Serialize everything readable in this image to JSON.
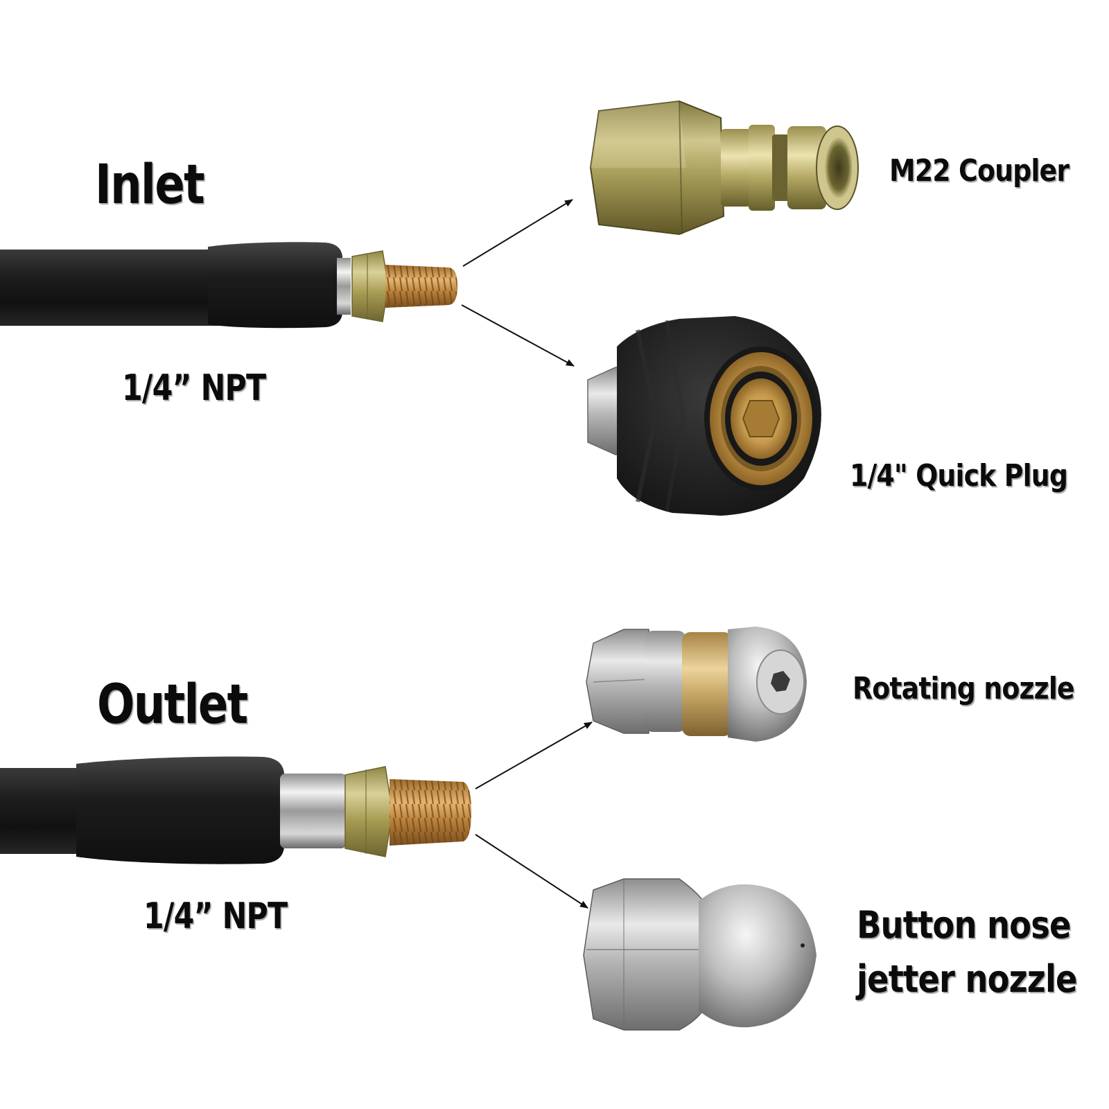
{
  "inlet": {
    "title": "Inlet",
    "thread": "1/4” NPT",
    "options": [
      {
        "name": "M22 Coupler"
      },
      {
        "name": "1/4\" Quick Plug"
      }
    ]
  },
  "outlet": {
    "title": "Outlet",
    "thread": "1/4” NPT",
    "options": [
      {
        "name": "Rotating nozzle"
      },
      {
        "name": "Button nose",
        "name_line2": "jetter nozzle"
      }
    ]
  },
  "colors": {
    "hose": "#1b1b1b",
    "brass": "#c08a3c",
    "zinc": "#b3ac70",
    "steel": "#b8b8b8",
    "arrow": "#111111"
  }
}
